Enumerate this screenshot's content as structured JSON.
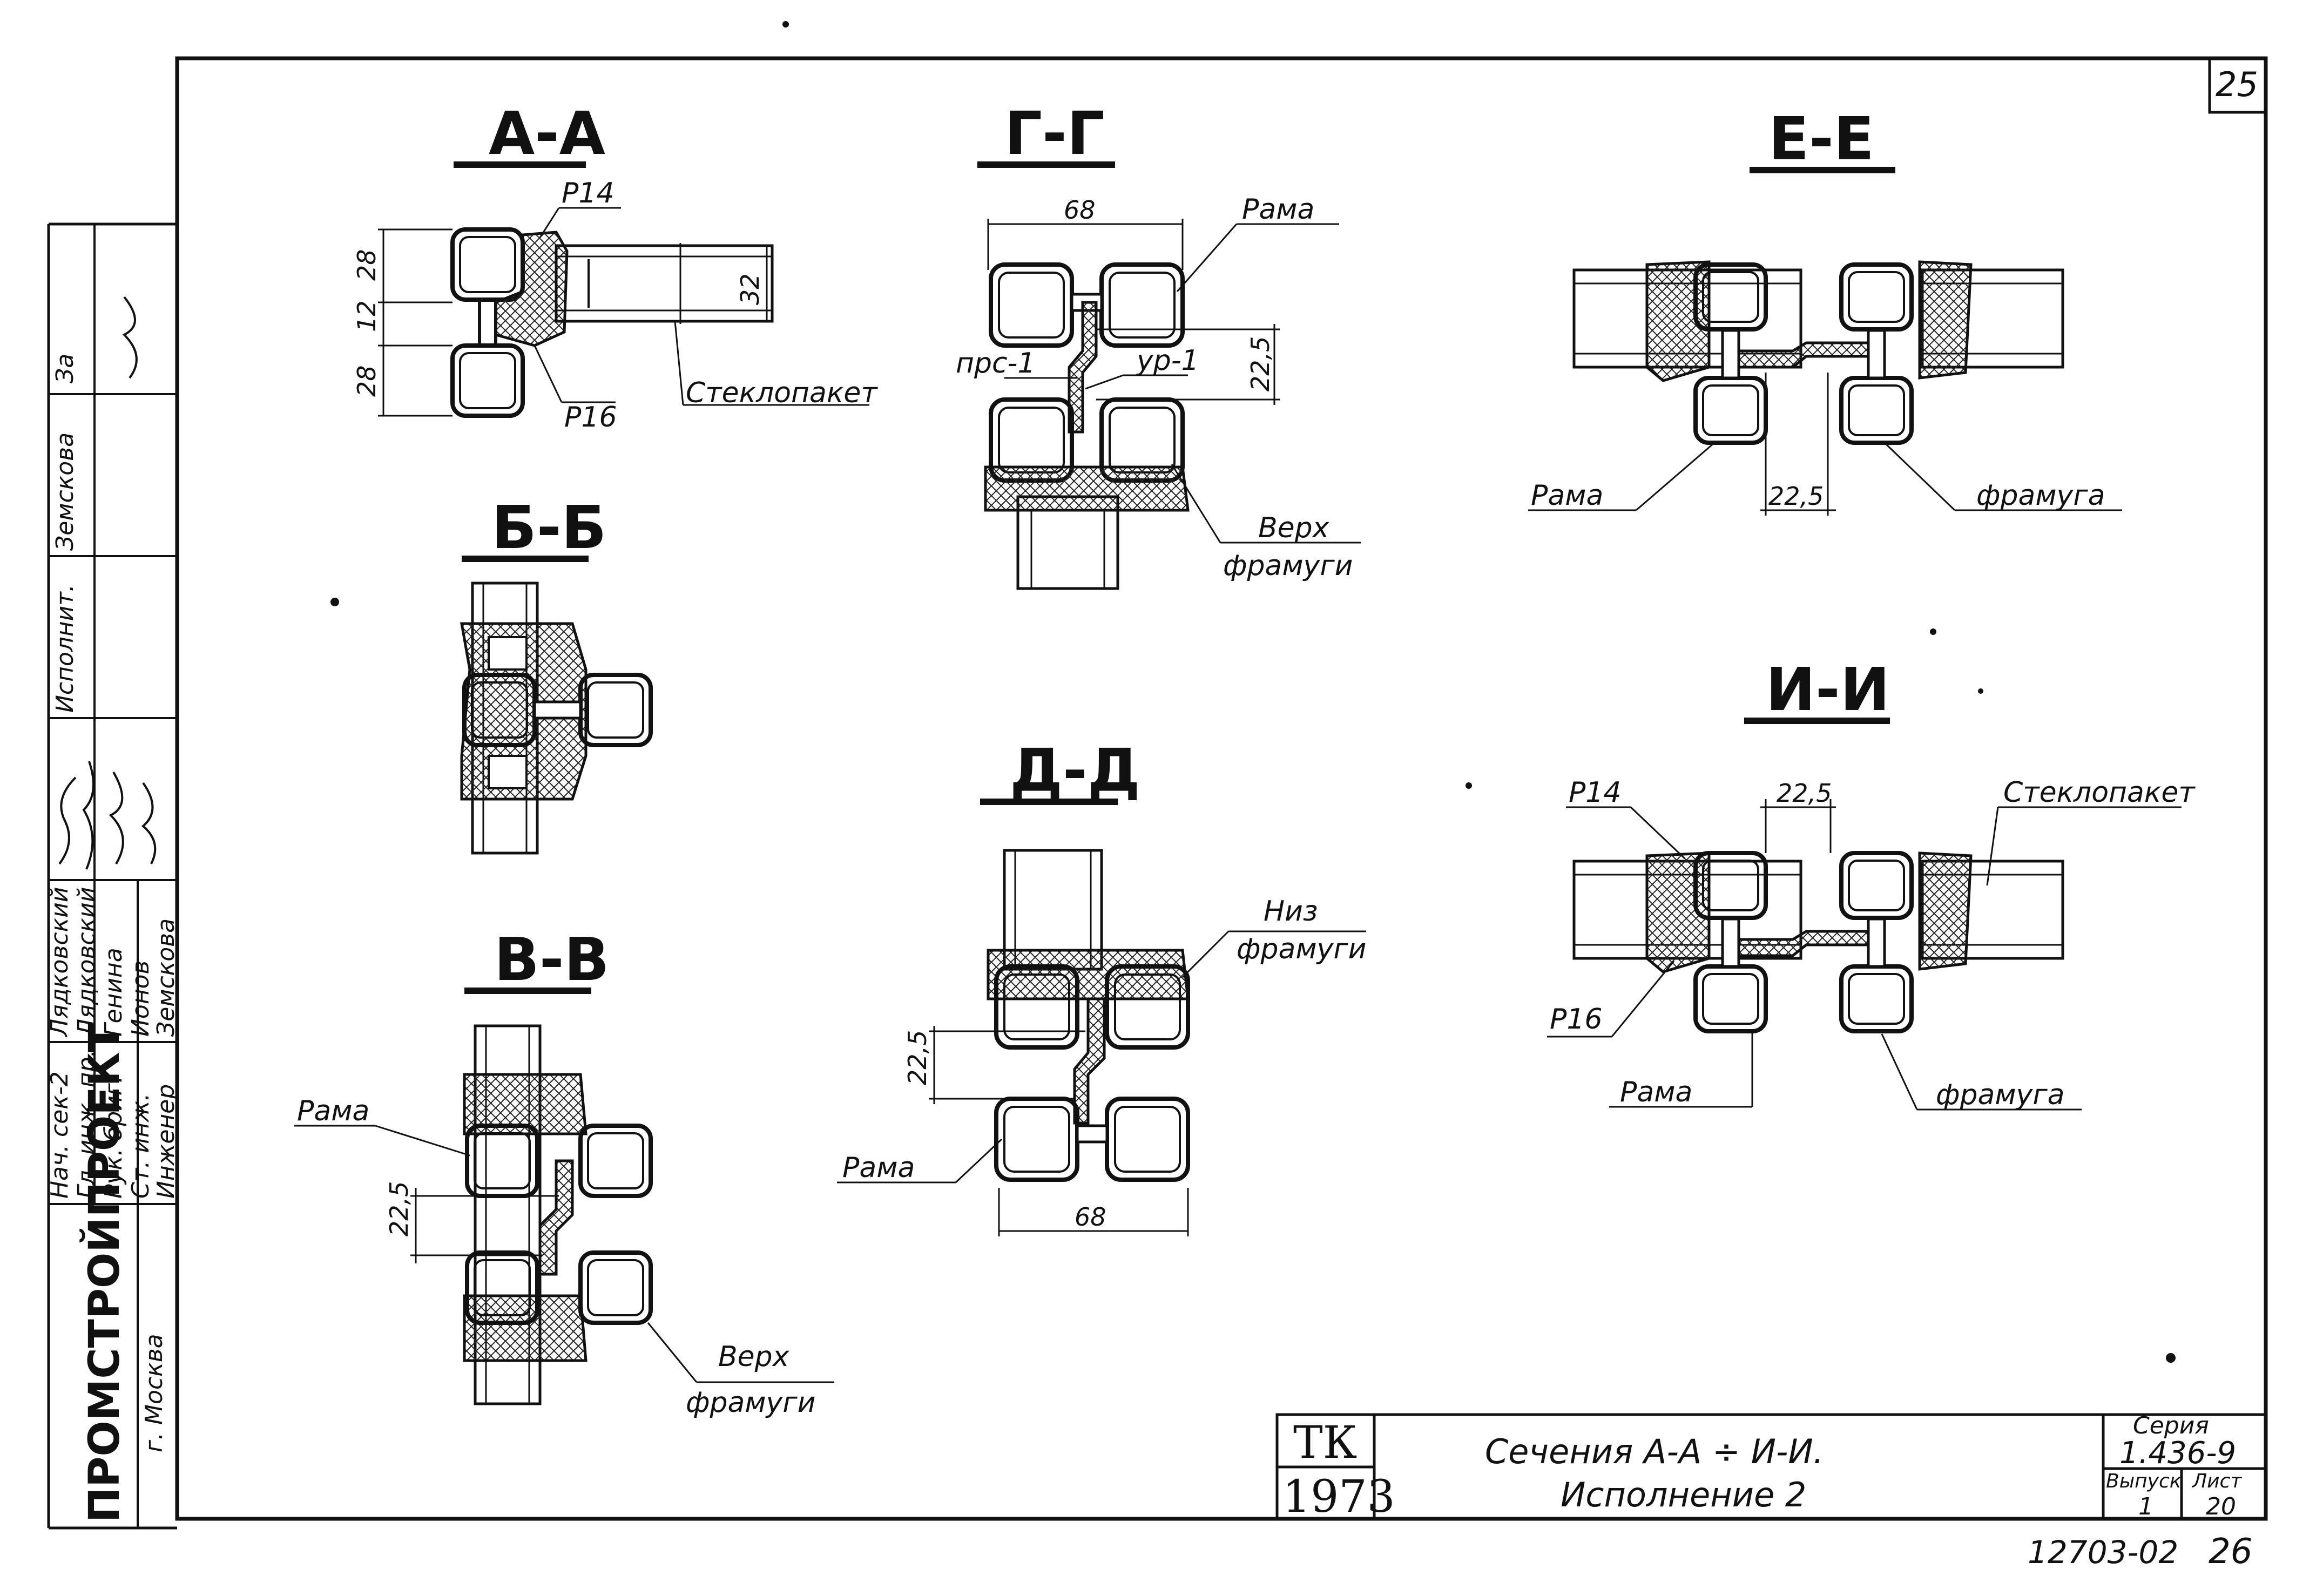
{
  "sheet": {
    "number": "25",
    "drawing_code": "12703-02",
    "page_right": "26"
  },
  "sections": [
    {
      "title": "А-А",
      "labels": {
        "p14": "Р14",
        "p16": "Р16",
        "glass": "Стеклопакет"
      },
      "dims": [
        "28",
        "12",
        "28",
        "32"
      ]
    },
    {
      "title": "Б-Б"
    },
    {
      "title": "В-В",
      "labels": {
        "frame": "Рама",
        "top1": "Верх",
        "top2": "фрамуги"
      },
      "dims": [
        "22,5"
      ]
    },
    {
      "title": "Г-Г",
      "labels": {
        "frame": "Рама",
        "prs": "прс-1",
        "ur": "ур-1",
        "top1": "Верх",
        "top2": "фрамуги"
      },
      "dims": [
        "68",
        "22,5"
      ]
    },
    {
      "title": "Д-Д",
      "labels": {
        "bot1": "Низ",
        "bot2": "фрамуги",
        "frame": "Рама"
      },
      "dims": [
        "22,5",
        "68"
      ]
    },
    {
      "title": "Е-Е",
      "labels": {
        "frame": "Рама",
        "transom": "фрамуга"
      },
      "dims": [
        "22,5"
      ]
    },
    {
      "title": "И-И",
      "labels": {
        "p14": "Р14",
        "p16": "Р16",
        "glass": "Стеклопакет",
        "frame": "Рама",
        "transom": "фрамуга"
      },
      "dims": [
        "22,5"
      ]
    }
  ],
  "stamp_column": {
    "org": "ПРОМСТРОЙПРОЕКТ",
    "city": "г. Москва",
    "roles": [
      "Нач. сек-2",
      "Гл. инж. пр.",
      "Рук. бриг.",
      "Ст. инж.",
      "Инженер"
    ],
    "names": [
      "Лядковский",
      "Лядковский",
      "Генина",
      "Ионов",
      "Земскова"
    ],
    "sign_cells": [
      "Исполнит.",
      "Земскова",
      "За"
    ]
  },
  "title_block": {
    "tk": "ТК",
    "year": "1973",
    "title_line1": "Сечения А-А ÷ И-И.",
    "title_line2": "Исполнение 2",
    "series_label": "Серия",
    "series_value": "1.436-9",
    "issue_label": "Выпуск",
    "issue_value": "1",
    "sheet_label": "Лист",
    "sheet_value": "20"
  }
}
